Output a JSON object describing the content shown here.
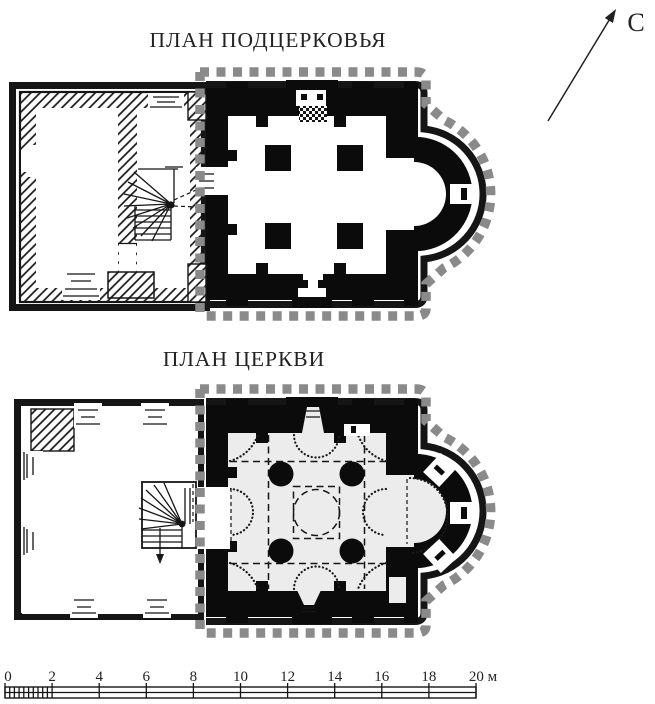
{
  "plans": {
    "crypt": {
      "title": "ПЛАН ПОДЦЕРКОВЬЯ"
    },
    "church": {
      "title": "ПЛАН ЦЕРКВИ"
    }
  },
  "compass": {
    "label": "С"
  },
  "scale_bar": {
    "tick_labels": [
      "0",
      "2",
      "4",
      "6",
      "8",
      "10",
      "12",
      "14",
      "16",
      "18",
      "20 м"
    ]
  },
  "colors": {
    "wall_black": "#0b0b0b",
    "band_gray": "#bcbcbc",
    "dot_gray": "#8a8a8a",
    "interior_light": "#ececec"
  }
}
